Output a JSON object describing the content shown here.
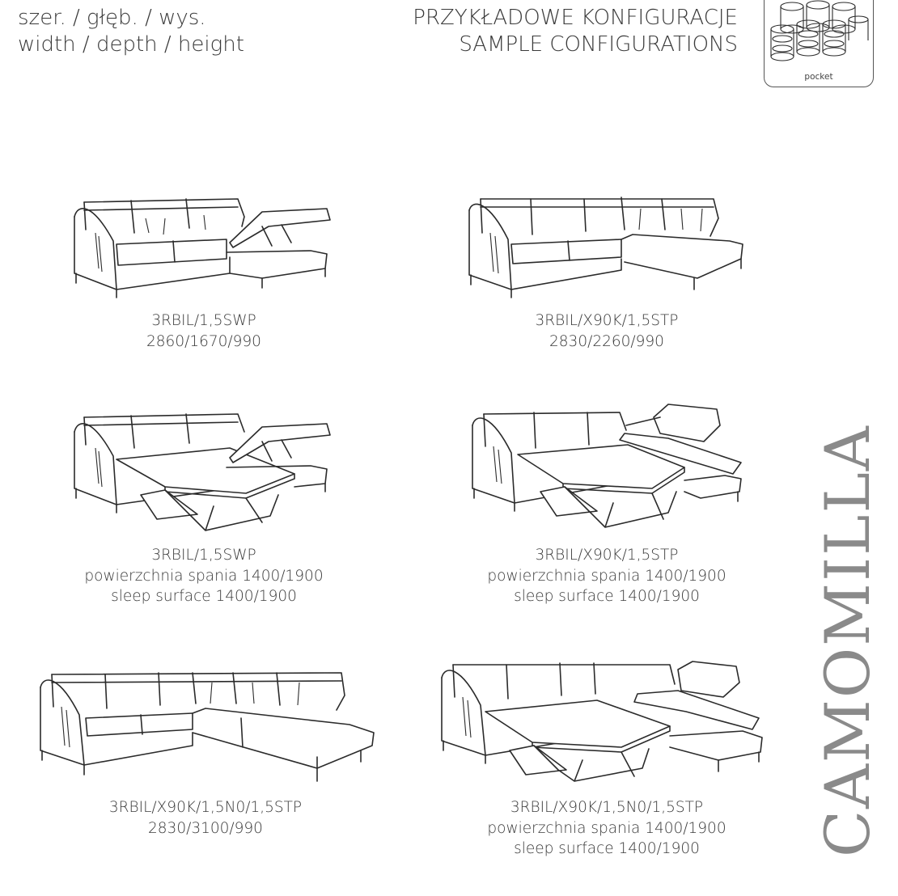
{
  "header": {
    "dims_pl": "szer. / głęb. / wys.",
    "dims_en": "width / depth / height",
    "configs_pl": "PRZYKŁADOWE KONFIGURACJE",
    "configs_en": "SAMPLE CONFIGURATIONS"
  },
  "badge": {
    "label": "pocket",
    "icon": "pocket-spring-icon"
  },
  "brand": "CAMOMILLA",
  "configurations": [
    {
      "code": "3RBIL/1,5SWP",
      "line2": "2860/1670/990",
      "line3": ""
    },
    {
      "code": "3RBIL/X90K/1,5STP",
      "line2": "2830/2260/990",
      "line3": ""
    },
    {
      "code": "3RBIL/1,5SWP",
      "line2": "powierzchnia spania 1400/1900",
      "line3": "sleep surface 1400/1900"
    },
    {
      "code": "3RBIL/X90K/1,5STP",
      "line2": "powierzchnia spania 1400/1900",
      "line3": "sleep surface 1400/1900"
    },
    {
      "code": "3RBIL/X90K/1,5N0/1,5STP",
      "line2": "2830/3100/990",
      "line3": ""
    },
    {
      "code": "3RBIL/X90K/1,5N0/1,5STP",
      "line2": "powierzchnia spania 1400/1900",
      "line3": "sleep surface 1400/1900"
    }
  ]
}
